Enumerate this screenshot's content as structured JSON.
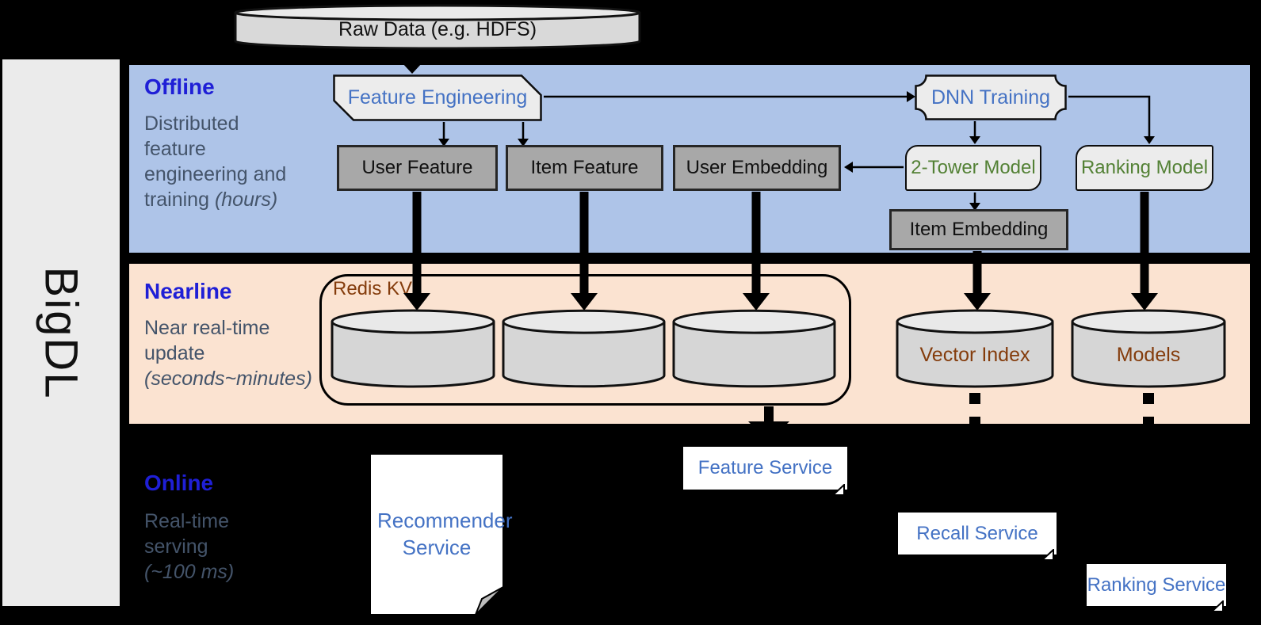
{
  "brand": {
    "label": "BigDL"
  },
  "raw_data": {
    "label": "Raw Data (e.g. HDFS)"
  },
  "bands": {
    "offline": {
      "title": "Offline",
      "lines": [
        "Distributed",
        "feature",
        "engineering and"
      ],
      "last_plain": "training ",
      "last_italic": "(hours)"
    },
    "nearline": {
      "title": "Nearline",
      "lines": [
        "Near real-time",
        "update"
      ],
      "last_plain": "",
      "last_italic": "(seconds~minutes)"
    },
    "online": {
      "title": "Online",
      "lines": [
        "Real-time",
        "serving"
      ],
      "last_plain": "",
      "last_italic": "(~100 ms)"
    }
  },
  "nodes": {
    "feature_engineering": "Feature Engineering",
    "dnn_training": "DNN Training",
    "user_feature": "User Feature",
    "item_feature": "Item Feature",
    "user_embedding": "User Embedding",
    "two_tower_model": "2-Tower Model",
    "ranking_model": "Ranking Model",
    "item_embedding": "Item Embedding",
    "redis_kv": "Redis KV",
    "vector_index": "Vector Index",
    "models": "Models",
    "feature_service": "Feature Service",
    "recall_service": "Recall Service",
    "ranking_service": "Ranking Service",
    "recommender_service": "Recommender Service"
  },
  "colors": {
    "background": "#000000",
    "brand_bar": "#ebebeb",
    "band_offline": "#aec4e8",
    "band_nearline": "#fbe3d1",
    "band_title_blue": "#1f1fd6",
    "subtitle_gray": "#44546a",
    "node_text_blue": "#4472c4",
    "node_text_green": "#538135",
    "node_text_brown": "#843c0c",
    "gray_box_fill": "#a8a8a8",
    "light_shape_fill": "#ececec",
    "cylinder_fill": "#d6d6d6"
  }
}
